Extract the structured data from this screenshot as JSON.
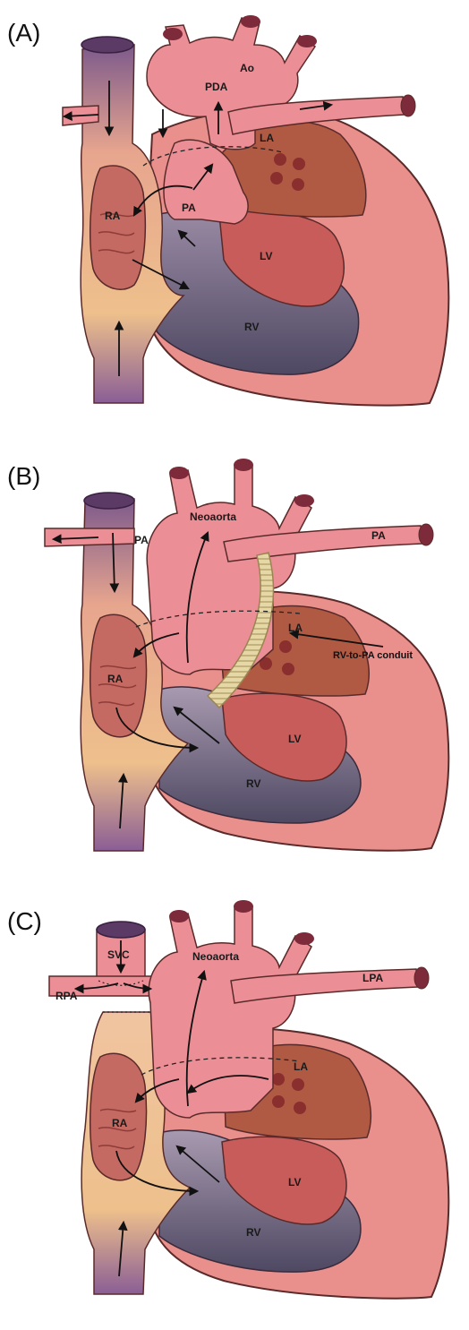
{
  "panels": [
    {
      "letter": "(A)",
      "labels": {
        "ao": "Ao",
        "pda": "PDA",
        "la": "LA",
        "pa": "PA",
        "ra": "RA",
        "lv": "LV",
        "rv": "RV"
      }
    },
    {
      "letter": "(B)",
      "labels": {
        "neoaorta": "Neoaorta",
        "pa_right": "PA",
        "pa_left": "PA",
        "la": "LA",
        "conduit": "RV-to-PA conduit",
        "ra": "RA",
        "lv": "LV",
        "rv": "RV"
      }
    },
    {
      "letter": "(C)",
      "labels": {
        "svc": "SVC",
        "rpa": "RPA",
        "neoaorta": "Neoaorta",
        "lpa": "LPA",
        "la": "LA",
        "ra": "RA",
        "lv": "LV",
        "rv": "RV"
      }
    }
  ],
  "colors": {
    "heart_wall": "#e98f8c",
    "heart_outline": "#5a2a2a",
    "ventricle_dark": "#5c5670",
    "lv_chamber": "#c85c5a",
    "la_chamber": "#b05a44",
    "atrium_inner": "#c46a62",
    "vein_purple": "#7d5a8c",
    "vessel_pink": "#ec8e95",
    "conduit": "#e6d7a6"
  }
}
